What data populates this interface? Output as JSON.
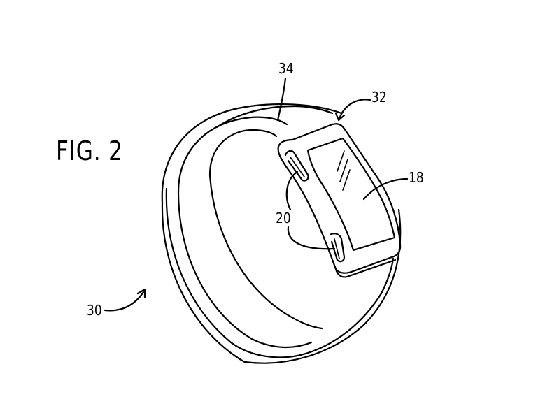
{
  "figure": {
    "title": "FIG. 2",
    "reference_numerals": {
      "band_outer": "34",
      "display_module": "32",
      "display_screen": "18",
      "buttons": "20",
      "device": "30"
    }
  },
  "colors": {
    "background": "#ffffff",
    "line": "#000000"
  }
}
